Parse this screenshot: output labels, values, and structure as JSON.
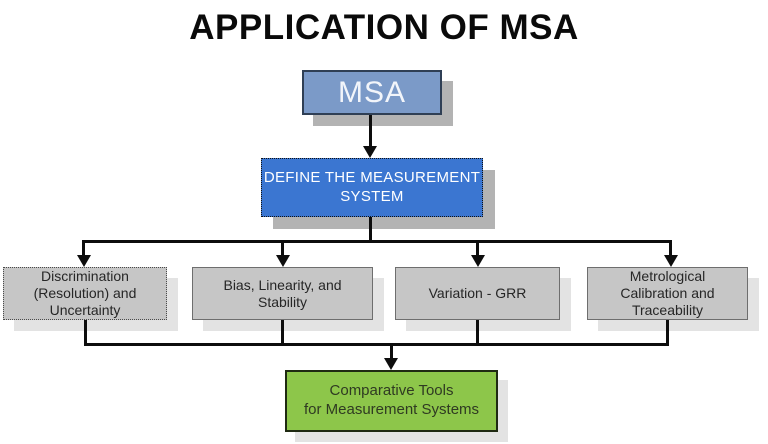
{
  "title": "APPLICATION OF MSA",
  "colors": {
    "msa-fill": "#7b9ac8",
    "msa-border": "#2f3f55",
    "msa-text": "#f2f5fa",
    "define-fill": "#3b76d1",
    "define-border": "#111111",
    "define-text": "#ffffff",
    "branch-fill": "#c6c6c6",
    "branch-border": "#6e6e6e",
    "branch-text": "#262626",
    "result-fill": "#8dc64a",
    "result-border": "#1f2a12",
    "result-text": "#2f3a22",
    "line": "#0d0d0d",
    "shadow-dark": "#b3b3b3",
    "shadow-light": "#e3e3e3"
  },
  "nodes": {
    "msa": {
      "label": "MSA"
    },
    "define": {
      "label": "DEFINE THE MEASUREMENT\nSYSTEM"
    },
    "branches": [
      {
        "label": "Discrimination\n(Resolution) and\nUncertainty"
      },
      {
        "label": "Bias, Linearity, and\nStability"
      },
      {
        "label": "Variation - GRR"
      },
      {
        "label": "Metrological\nCalibration and\nTraceability"
      }
    ],
    "result": {
      "label": "Comparative Tools\nfor Measurement Systems"
    }
  }
}
